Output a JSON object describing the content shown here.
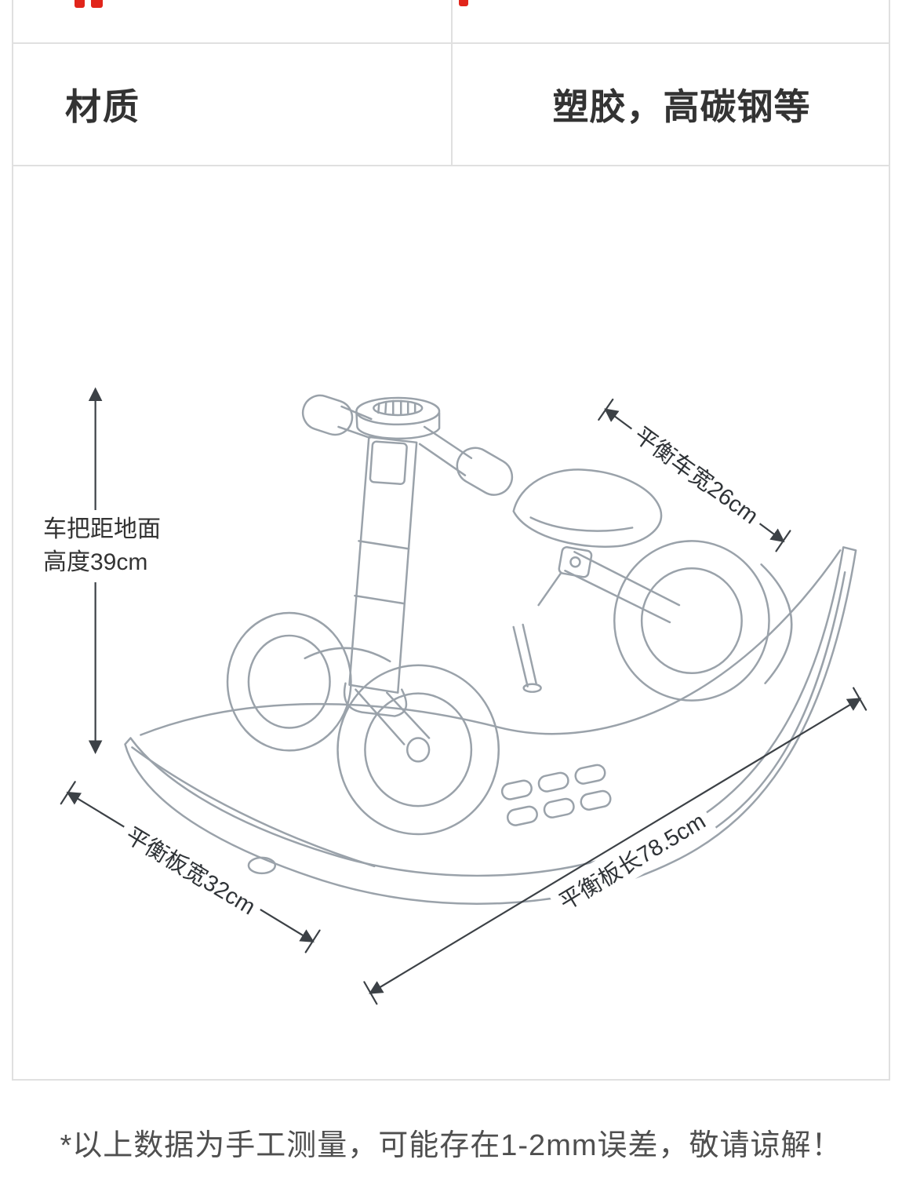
{
  "spec_table": {
    "rows": [
      {
        "label": "材质",
        "value": "塑胶，高碳钢等"
      }
    ]
  },
  "diagram": {
    "subject": "rocking-balance-bike-dimension-line-drawing",
    "labels": {
      "handlebar_height_line1": "车把距地面",
      "handlebar_height_line2": "高度39cm",
      "bike_width": "平衡车宽26cm",
      "board_width": "平衡板宽32cm",
      "board_length": "平衡板长78.5cm"
    },
    "measurements": {
      "handlebar_height_cm": 39,
      "bike_width_cm": 26,
      "board_width_cm": 32,
      "board_length_cm": 78.5
    }
  },
  "footnote": "*以上数据为手工测量，可能存在1-2mm误差，敬请谅解！",
  "colors": {
    "accent_red": "#e1251b",
    "border_gray": "#e0e0e0",
    "art_line_gray": "#9aa2aa",
    "dimension_line": "#3c4146",
    "text_dark": "#333333",
    "footnote_gray": "#4f4f4f"
  }
}
